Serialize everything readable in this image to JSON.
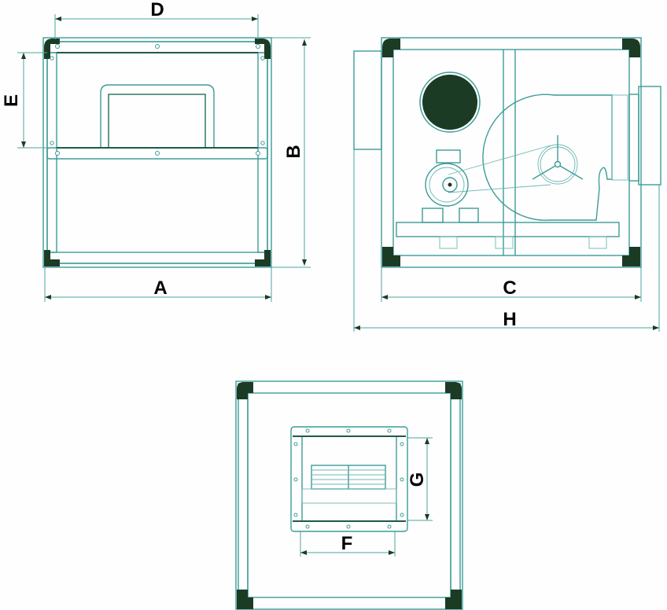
{
  "labels": {
    "A": "A",
    "B": "B",
    "C": "C",
    "D": "D",
    "E": "E",
    "F": "F",
    "G": "G",
    "H": "H"
  },
  "colors": {
    "line": "#3c9c98",
    "corner": "#1b3b25",
    "text": "#000000"
  }
}
